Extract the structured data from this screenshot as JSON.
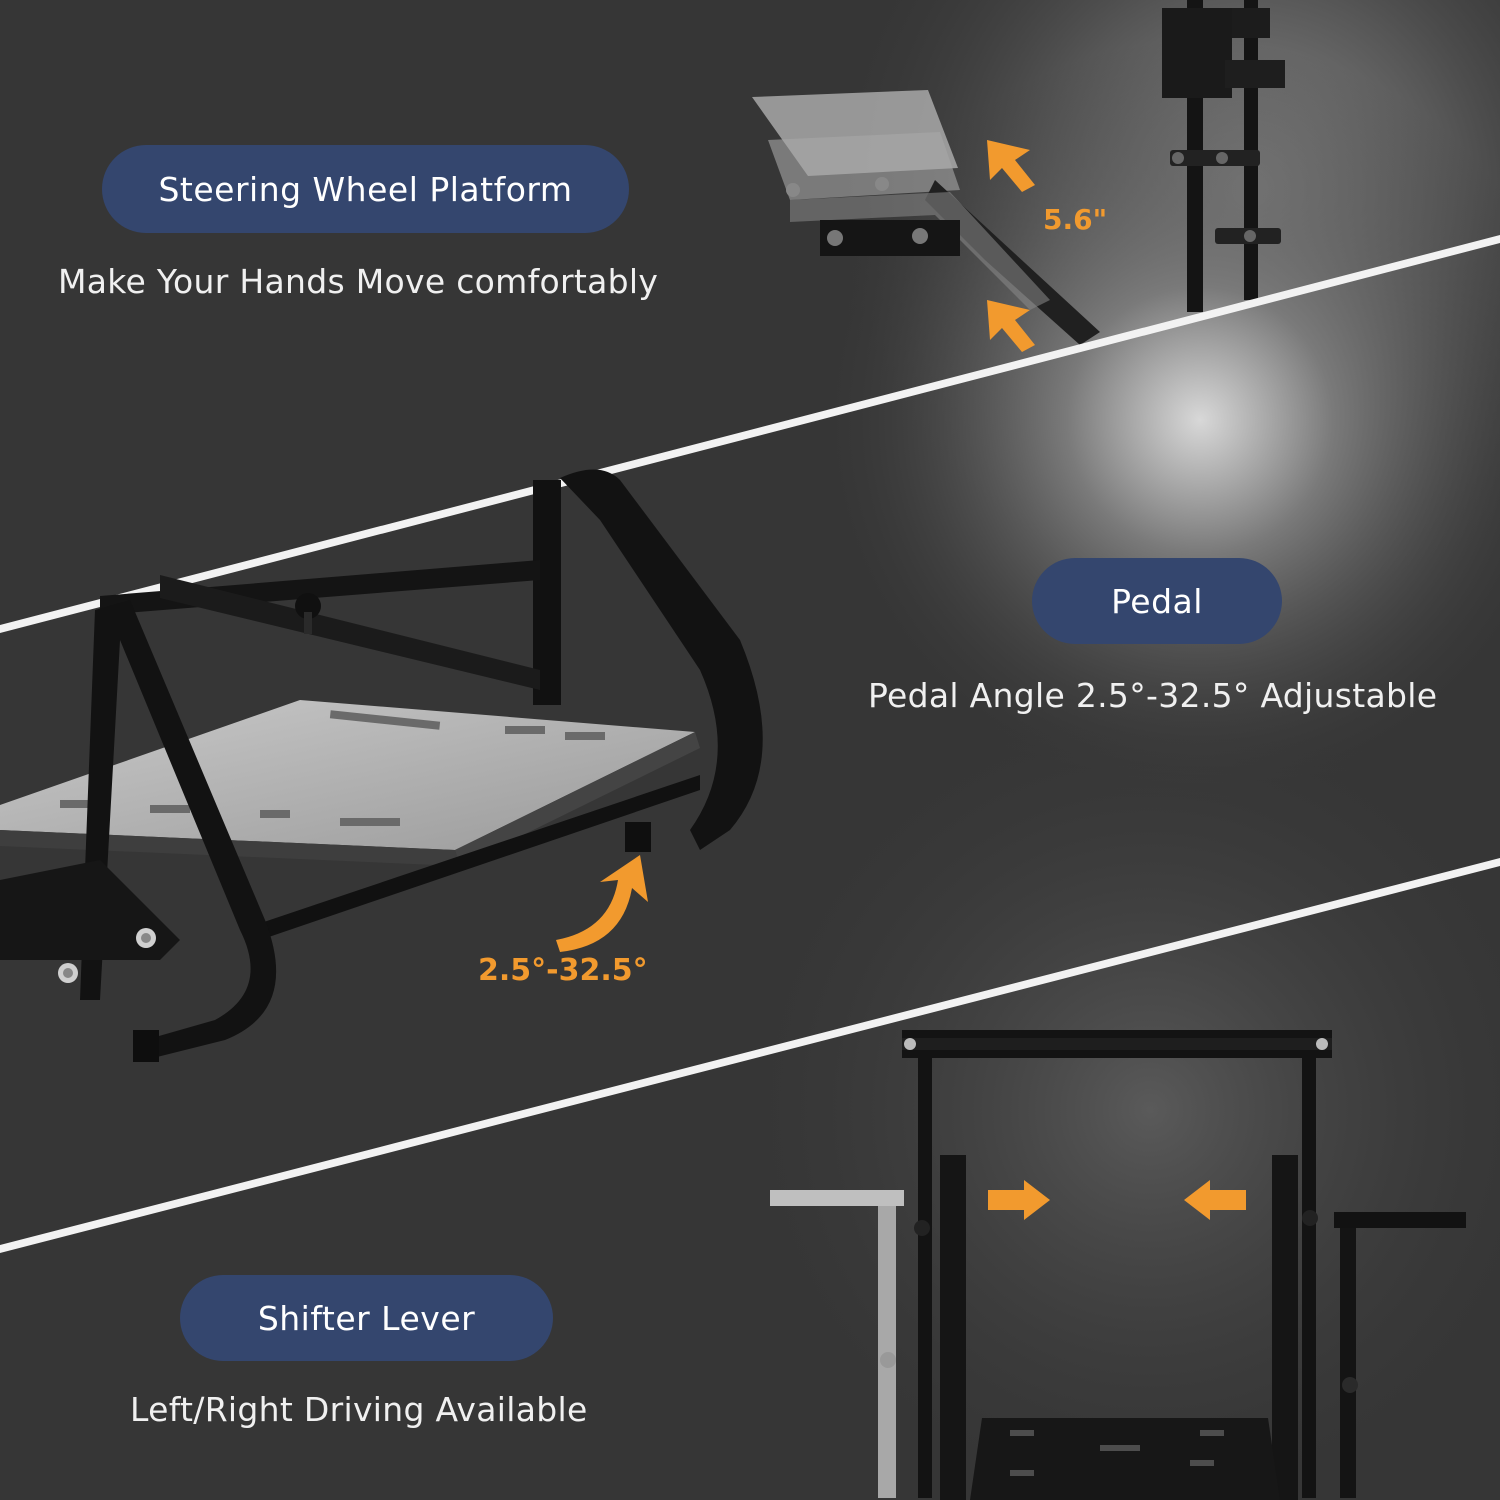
{
  "colors": {
    "badge_bg": "#34466e",
    "accent_orange": "#f29a2e",
    "background": "#3a3a3a",
    "divider": "#f2f2f2"
  },
  "sections": {
    "steering": {
      "badge": "Steering Wheel Platform",
      "caption": "Make Your Hands Move comfortably",
      "measurement": "5.6\""
    },
    "pedal": {
      "badge": "Pedal",
      "caption": "Pedal Angle 2.5°-32.5° Adjustable",
      "angle_range": "2.5°-32.5°"
    },
    "shifter": {
      "badge": "Shifter Lever",
      "caption": "Left/Right Driving Available"
    }
  }
}
